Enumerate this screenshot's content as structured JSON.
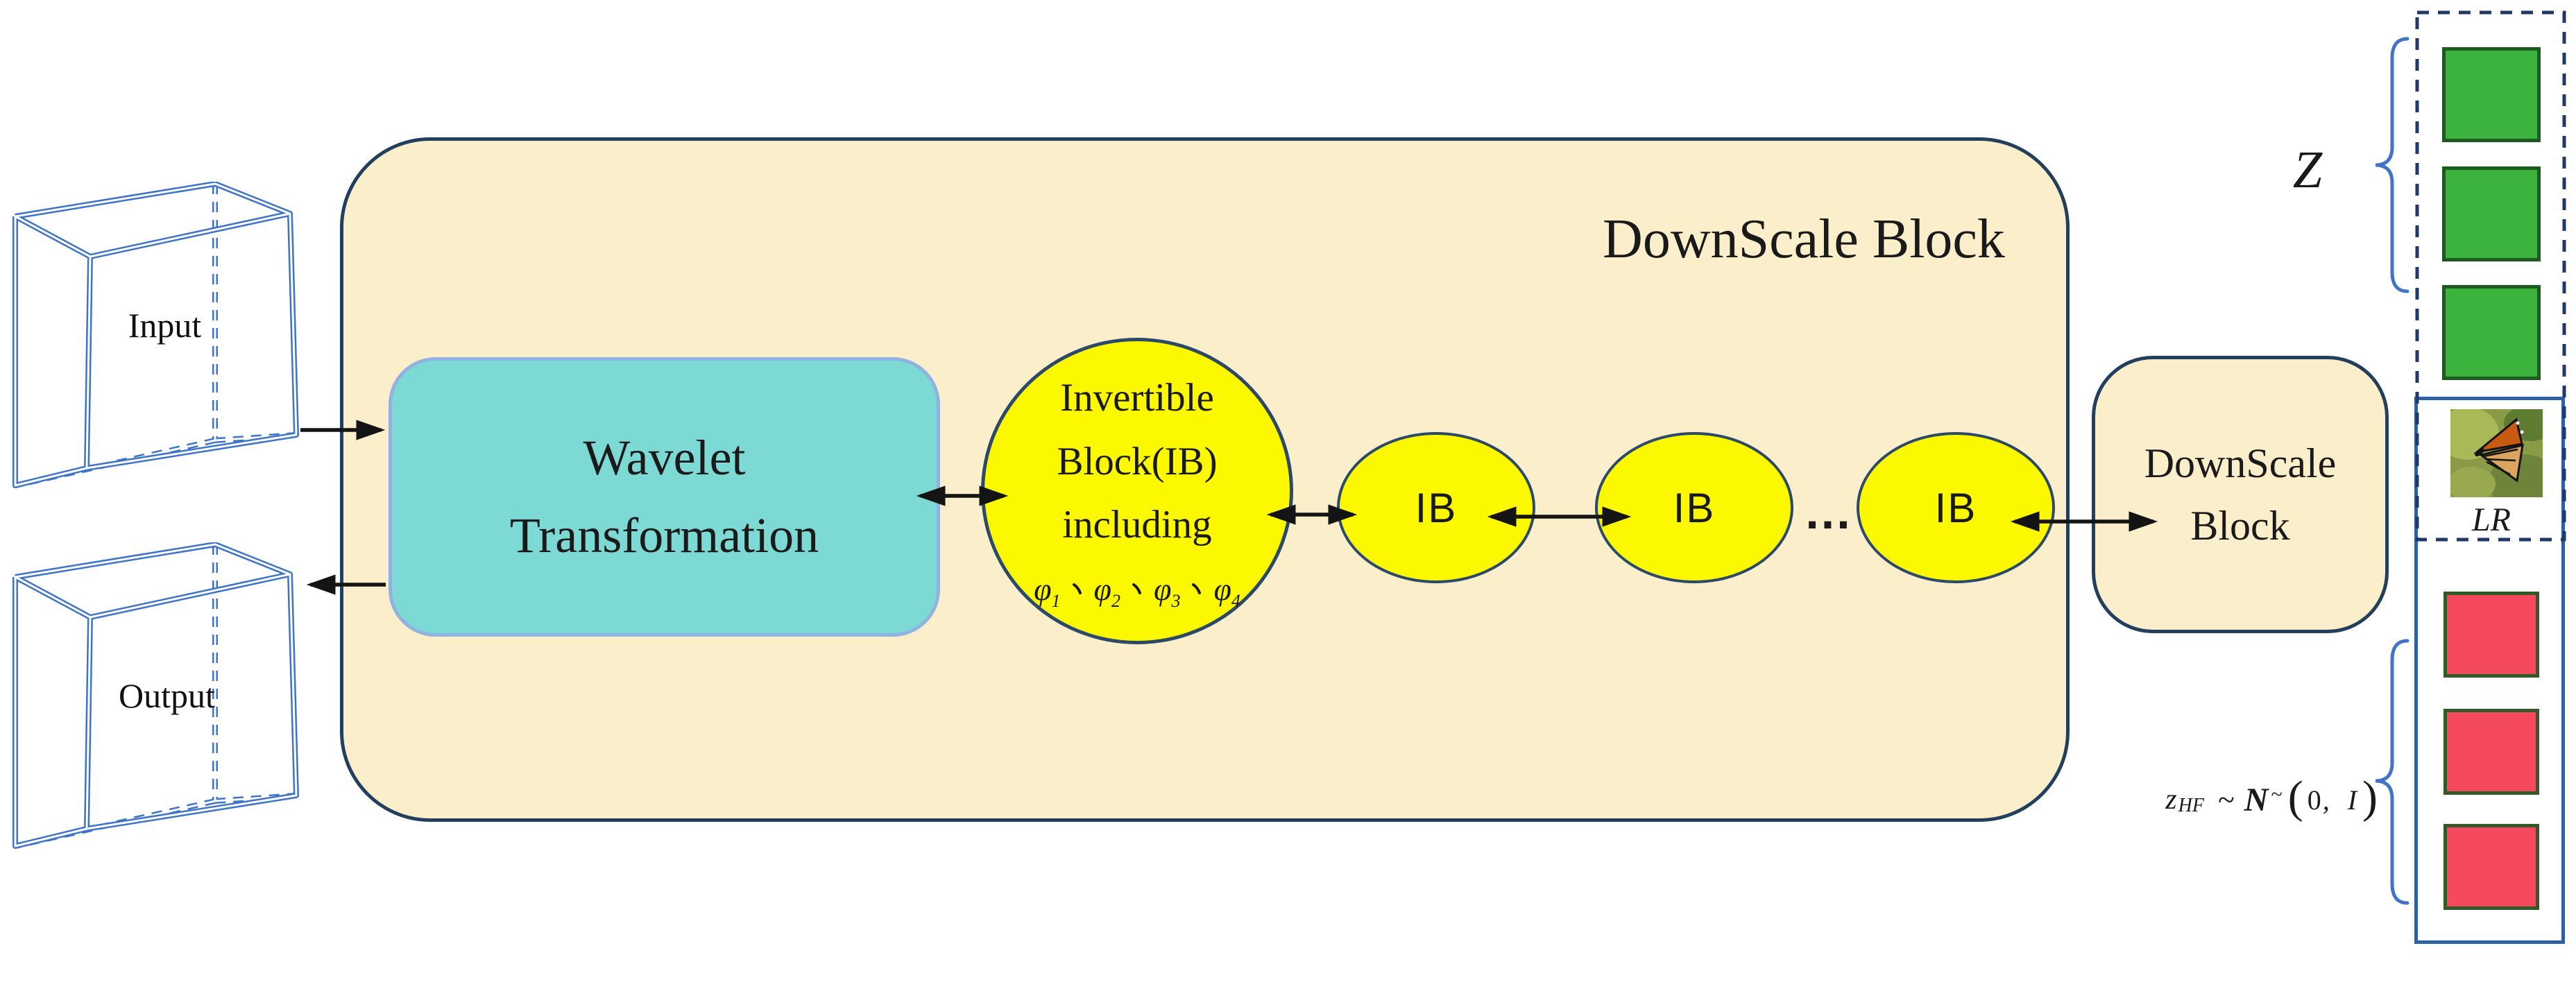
{
  "figure": {
    "main_block_title": "DownScale Block",
    "wavelet_line1": "Wavelet",
    "wavelet_line2": "Transformation",
    "invertible_line1": "Invertible",
    "invertible_line2": "Block(IB)",
    "invertible_line3": "including",
    "phi_symbol": "φ",
    "phi_subscripts": [
      "1",
      "2",
      "3",
      "4"
    ],
    "phi_separator": "、",
    "ib_labels": [
      "IB",
      "IB",
      "IB"
    ],
    "ellipsis": "...",
    "small_block_line1": "DownScale",
    "small_block_line2": "Block",
    "input_label": "Input",
    "output_label": "Output",
    "z_label": "Z",
    "lr_label": "LR",
    "formula": {
      "var": "z",
      "subscript": "HF",
      "tilde": "~",
      "distribution": "N",
      "tilde2": "~",
      "open_paren": "(",
      "mean": "0",
      "comma": ",",
      "covariance": "I",
      "close_paren": ")"
    }
  },
  "colors": {
    "background": "#ffffff",
    "panel_fill": "#faeecb",
    "panel_border": "#22405e",
    "wavelet_fill": "#7cd9d3",
    "wavelet_border": "#90b3e2",
    "ib_fill": "#fbf800",
    "ib_border": "#2c4a68",
    "z_square_fill": "#3cb33c",
    "z_square_border": "#1d5a20",
    "hf_square_fill": "#f54a5e",
    "hf_square_border": "#315a28",
    "cube_blue": "#3f73c6",
    "brace_blue": "#4273c6",
    "dashed_border": "#21386b",
    "lr_box_border": "#2e5fa3",
    "arrow_color": "#141414",
    "text_color": "#1a1a1a"
  }
}
